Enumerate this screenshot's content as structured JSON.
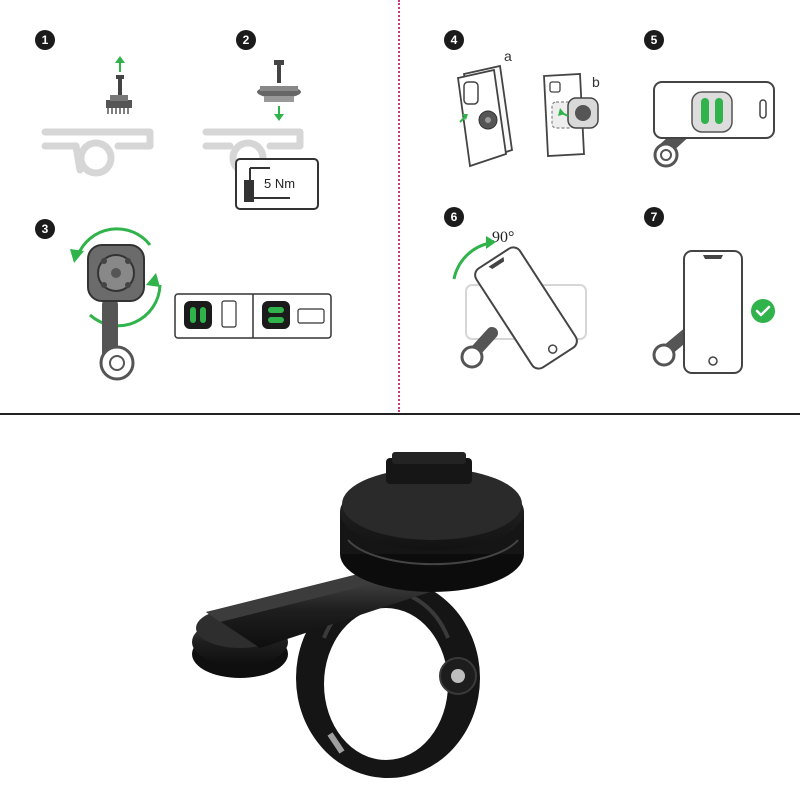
{
  "colors": {
    "accent_green": "#2fb34a",
    "line_dark": "#333333",
    "ghost_grey": "#d2d2d2",
    "divider_pink": "#c9367f",
    "mount_black": "#1a1a1a"
  },
  "steps": [
    {
      "number": "1",
      "icons": [
        "screw-icon",
        "up-arrow-icon",
        "handlebar-mount-icon"
      ]
    },
    {
      "number": "2",
      "icons": [
        "screw-icon",
        "down-arrow-icon",
        "handlebar-mount-icon",
        "hex-key-icon"
      ],
      "torque_label": "5 Nm"
    },
    {
      "number": "3",
      "icons": [
        "mount-head-icon",
        "rotate-arrow-icon",
        "orientation-vertical-icon",
        "orientation-horizontal-icon"
      ]
    },
    {
      "number": "4",
      "icons": [
        "phone-case-icon",
        "adhesive-adapter-icon"
      ],
      "labels": [
        "a",
        "b"
      ]
    },
    {
      "number": "5",
      "icons": [
        "phone-on-mount-icon"
      ]
    },
    {
      "number": "6",
      "icons": [
        "rotate-arrow-icon",
        "phone-icon"
      ],
      "angle_label": "90°"
    },
    {
      "number": "7",
      "icons": [
        "phone-icon",
        "check-icon"
      ]
    }
  ],
  "product_photo": {
    "icons": [
      "handlebar-mount-photo-icon"
    ]
  }
}
